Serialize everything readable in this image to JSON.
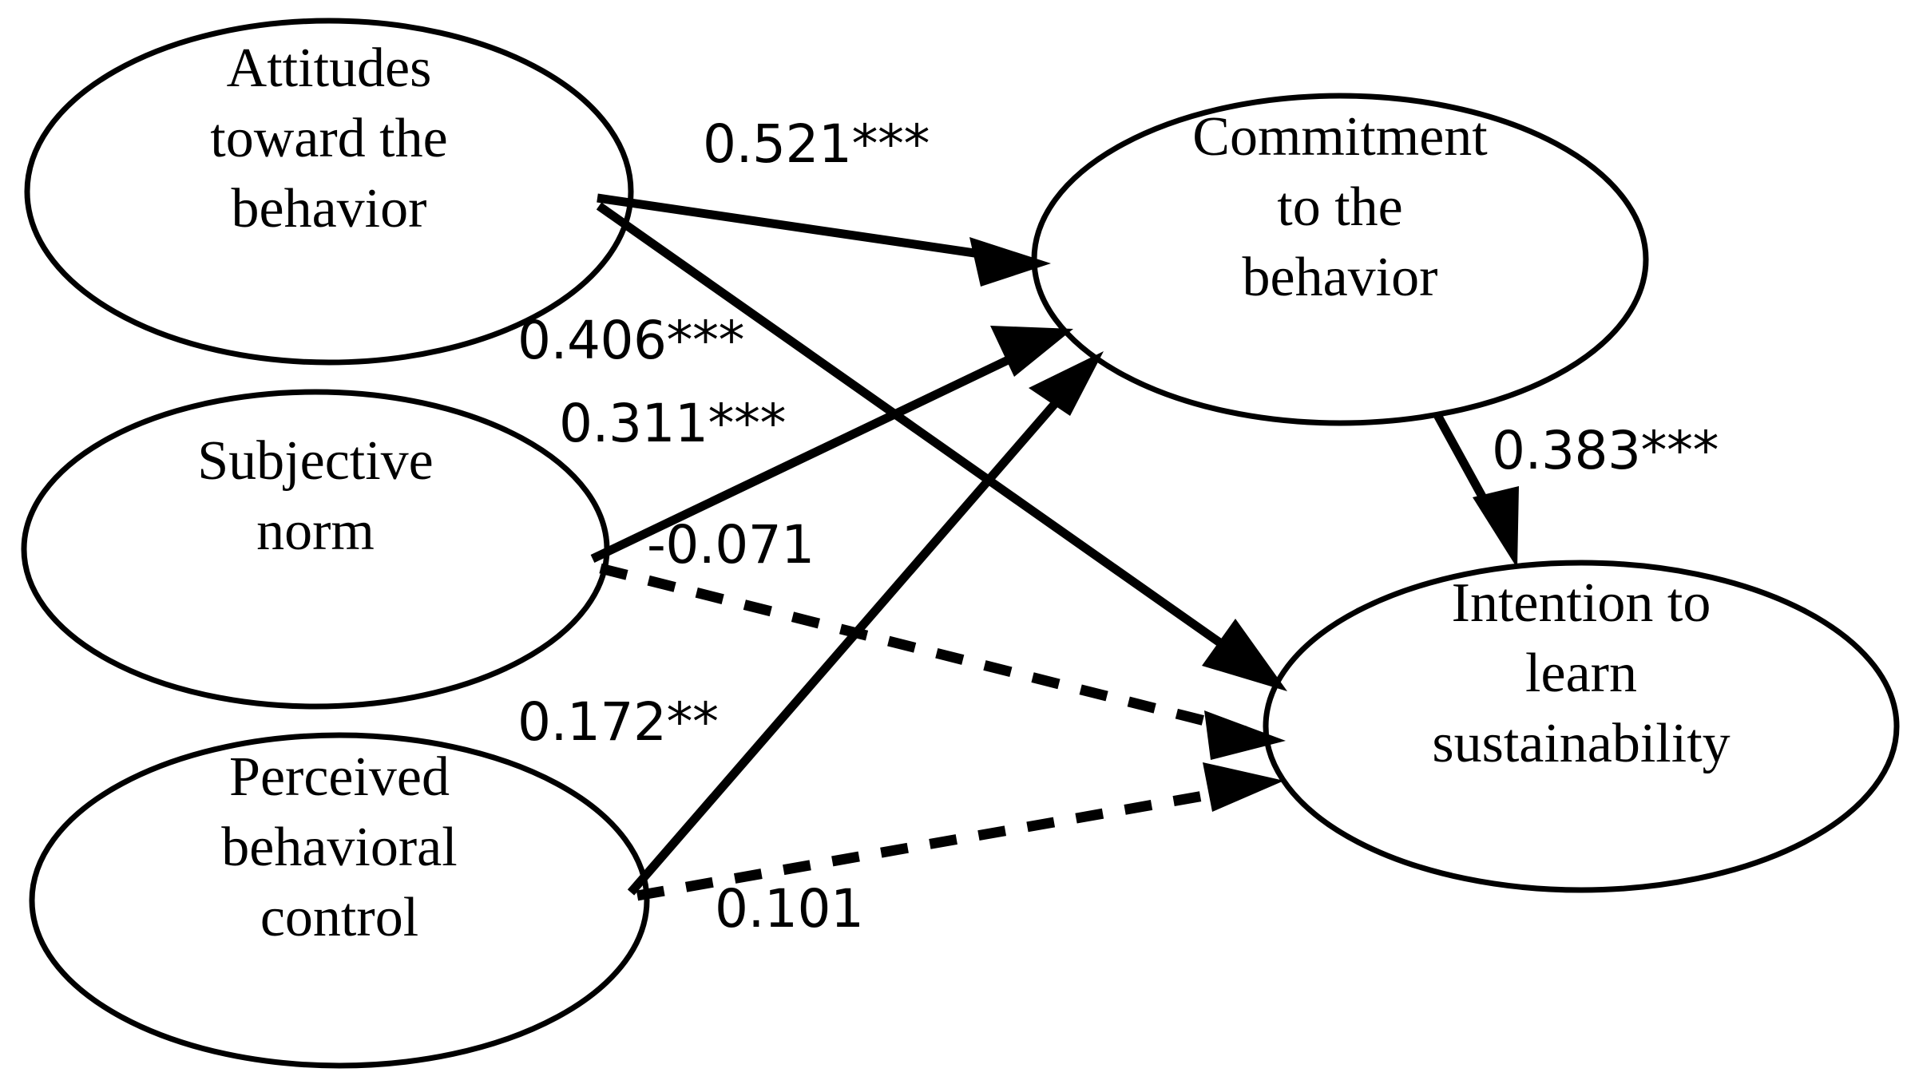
{
  "diagram": {
    "type": "structural-equation-model-path-diagram",
    "background_color": "#ffffff",
    "line_color": "#000000",
    "nodes": [
      {
        "id": "attitudes",
        "label_lines": [
          "Attitudes",
          "toward the",
          "behavior"
        ],
        "label_text": "Attitudes toward the behavior"
      },
      {
        "id": "subjective-norm",
        "label_lines": [
          "Subjective",
          "norm"
        ],
        "label_text": "Subjective norm"
      },
      {
        "id": "perceived-behavioral-control",
        "label_lines": [
          "Perceived",
          "behavioral",
          "control"
        ],
        "label_text": "Perceived behavioral control"
      },
      {
        "id": "commitment",
        "label_lines": [
          "Commitment",
          "to the",
          "behavior"
        ],
        "label_text": "Commitment to the behavior"
      },
      {
        "id": "intention",
        "label_lines": [
          "Intention to",
          "learn",
          "sustainability"
        ],
        "label_text": "Intention to learn sustainability"
      }
    ],
    "paths": [
      {
        "id": "att-to-com",
        "from": "attitudes",
        "to": "commitment",
        "coefficient": "0.521***",
        "value": 0.521,
        "significance": "***",
        "style": "solid"
      },
      {
        "id": "att-to-int",
        "from": "attitudes",
        "to": "intention",
        "coefficient": "0.406***",
        "value": 0.406,
        "significance": "***",
        "style": "solid"
      },
      {
        "id": "sn-to-com",
        "from": "subjective-norm",
        "to": "commitment",
        "coefficient": "0.311***",
        "value": 0.311,
        "significance": "***",
        "style": "solid"
      },
      {
        "id": "sn-to-int",
        "from": "subjective-norm",
        "to": "intention",
        "coefficient": "-0.071",
        "value": -0.071,
        "significance": "",
        "style": "dashed"
      },
      {
        "id": "pbc-to-com",
        "from": "perceived-behavioral-control",
        "to": "commitment",
        "coefficient": "0.172**",
        "value": 0.172,
        "significance": "**",
        "style": "solid"
      },
      {
        "id": "pbc-to-int",
        "from": "perceived-behavioral-control",
        "to": "intention",
        "coefficient": "0.101",
        "value": 0.101,
        "significance": "",
        "style": "dashed"
      },
      {
        "id": "com-to-int",
        "from": "commitment",
        "to": "intention",
        "coefficient": "0.383***",
        "value": 0.383,
        "significance": "***",
        "style": "solid"
      }
    ]
  }
}
